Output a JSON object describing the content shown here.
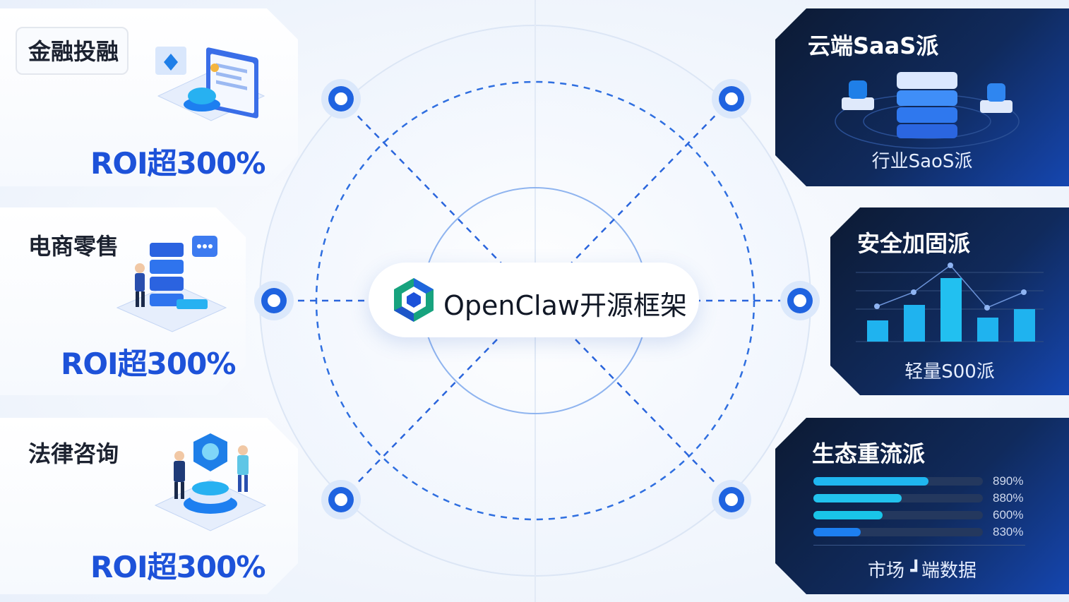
{
  "center": {
    "label": "OpenClaw开源框架"
  },
  "left_cards": [
    {
      "title": "金融投融",
      "roi": "ROI超300%"
    },
    {
      "title": "电商零售",
      "roi": "ROI超300%"
    },
    {
      "title": "法律咨询",
      "roi": "ROI超300%"
    }
  ],
  "right_cards": [
    {
      "title": "云端SaaS派",
      "subtitle": "行业SaoS派"
    },
    {
      "title": "安全加固派",
      "subtitle": "轻量S00派"
    },
    {
      "title": "生态重流派",
      "subtitle": "市场 ┛端数据",
      "bars": [
        {
          "value": 0.68,
          "label": "890%",
          "color": "#1fb6f0"
        },
        {
          "value": 0.52,
          "label": "880%",
          "color": "#22c3ee"
        },
        {
          "value": 0.41,
          "label": "600%",
          "color": "#19c5e8"
        },
        {
          "value": 0.28,
          "label": "830%",
          "color": "#1d7ff0"
        }
      ]
    }
  ],
  "colors": {
    "accent": "#1d52d9",
    "node": "#1f63e0",
    "dark_card": "#0c1a33"
  },
  "icons": [
    "hexagon-logo-icon",
    "laptop-icon",
    "server-stack-icon",
    "chat-bubble-icon",
    "shield-icon",
    "bar-chart-icon"
  ]
}
